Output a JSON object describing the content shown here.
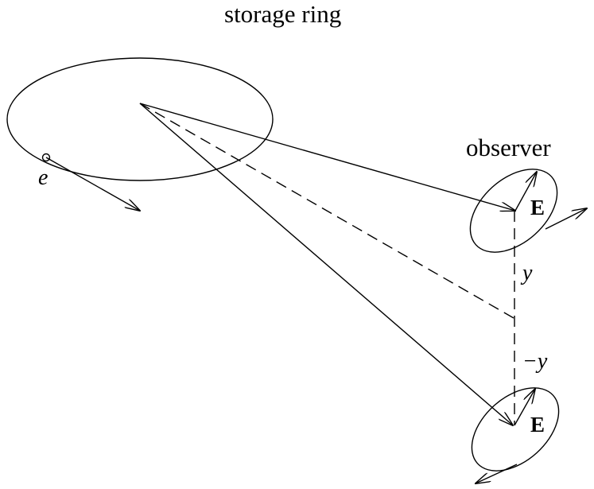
{
  "labels": {
    "storage_ring": "storage ring",
    "observer": "observer",
    "electron": "e",
    "field_upper": "E",
    "field_lower": "E",
    "y_pos": "y",
    "y_neg": "−y"
  }
}
